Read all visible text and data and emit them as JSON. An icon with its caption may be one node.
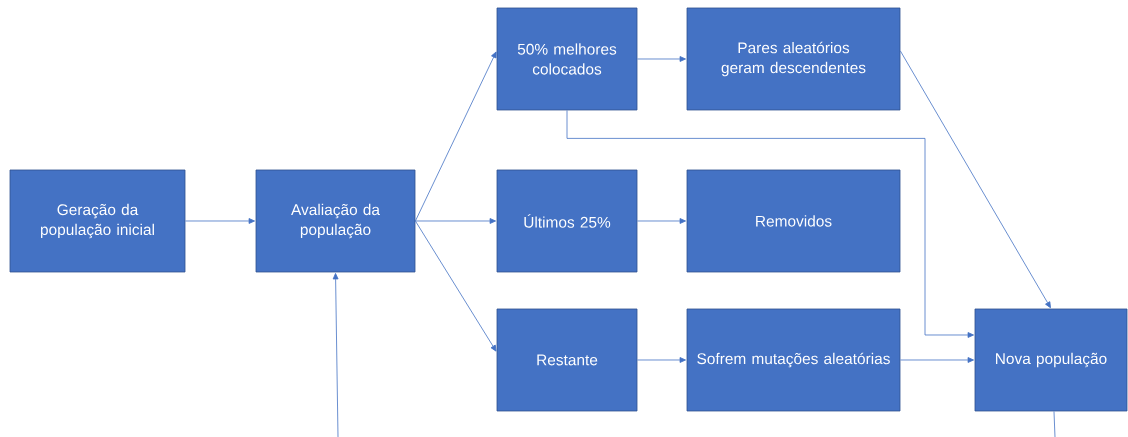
{
  "diagram": {
    "nodes": [
      {
        "text": [
          "Geração da população inicial"
        ]
      },
      {
        "text": [
          "Avaliação da população"
        ]
      },
      {
        "text": [
          "50% melhores colocados"
        ]
      },
      {
        "text": [
          "Pares aleatórios geram descendentes"
        ]
      },
      {
        "text": [
          "Últimos 25%"
        ]
      },
      {
        "text": [
          "Removidos"
        ]
      },
      {
        "text": [
          "Restante"
        ]
      },
      {
        "text": [
          "Sofrem mutações aleatórias"
        ]
      },
      {
        "text": [
          "Nova população"
        ]
      }
    ],
    "edges": [
      {
        "from": 0,
        "to": 1,
        "arrow": "to"
      },
      {
        "from": null,
        "to": 1,
        "arrow": "to"
      },
      {
        "from": 1,
        "to": 2,
        "arrow": "to"
      },
      {
        "from": 1,
        "to": 4,
        "arrow": "to"
      },
      {
        "from": 1,
        "to": 6,
        "arrow": "to"
      },
      {
        "from": 2,
        "to": 3,
        "arrow": "to"
      },
      {
        "from": 4,
        "to": 5,
        "arrow": "to"
      },
      {
        "from": 6,
        "to": 7,
        "arrow": "to"
      },
      {
        "from": 3,
        "to": 8,
        "arrow": "to"
      },
      {
        "from": 2,
        "to": 8,
        "arrow": "to"
      },
      {
        "from": 7,
        "to": 8,
        "arrow": "to"
      },
      {
        "from": 8,
        "to": null,
        "arrow": "none"
      }
    ]
  }
}
